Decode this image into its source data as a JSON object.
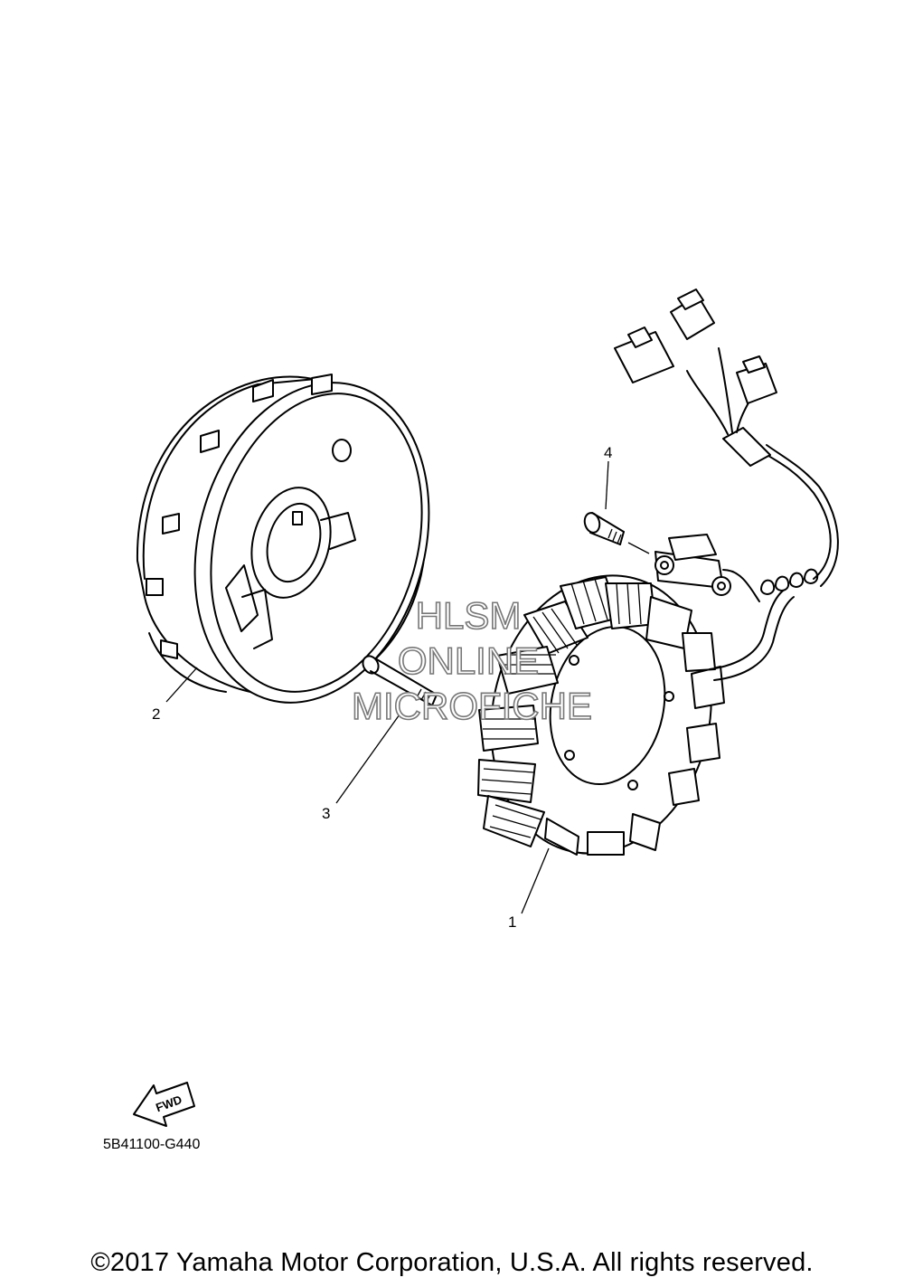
{
  "diagram": {
    "watermark": [
      "HLSM",
      "ONLINE",
      "MICROFICHE"
    ],
    "callouts": [
      {
        "id": "1",
        "label": "1"
      },
      {
        "id": "2",
        "label": "2"
      },
      {
        "id": "3",
        "label": "3"
      },
      {
        "id": "4",
        "label": "4"
      }
    ],
    "direction_label": "FWD",
    "diagram_code": "5B41100-G440"
  },
  "footer": {
    "copyright": "©2017 Yamaha Motor Corporation, U.S.A. All rights reserved."
  },
  "colors": {
    "background": "#ffffff",
    "line": "#000000",
    "watermark_outline": "#777777"
  }
}
